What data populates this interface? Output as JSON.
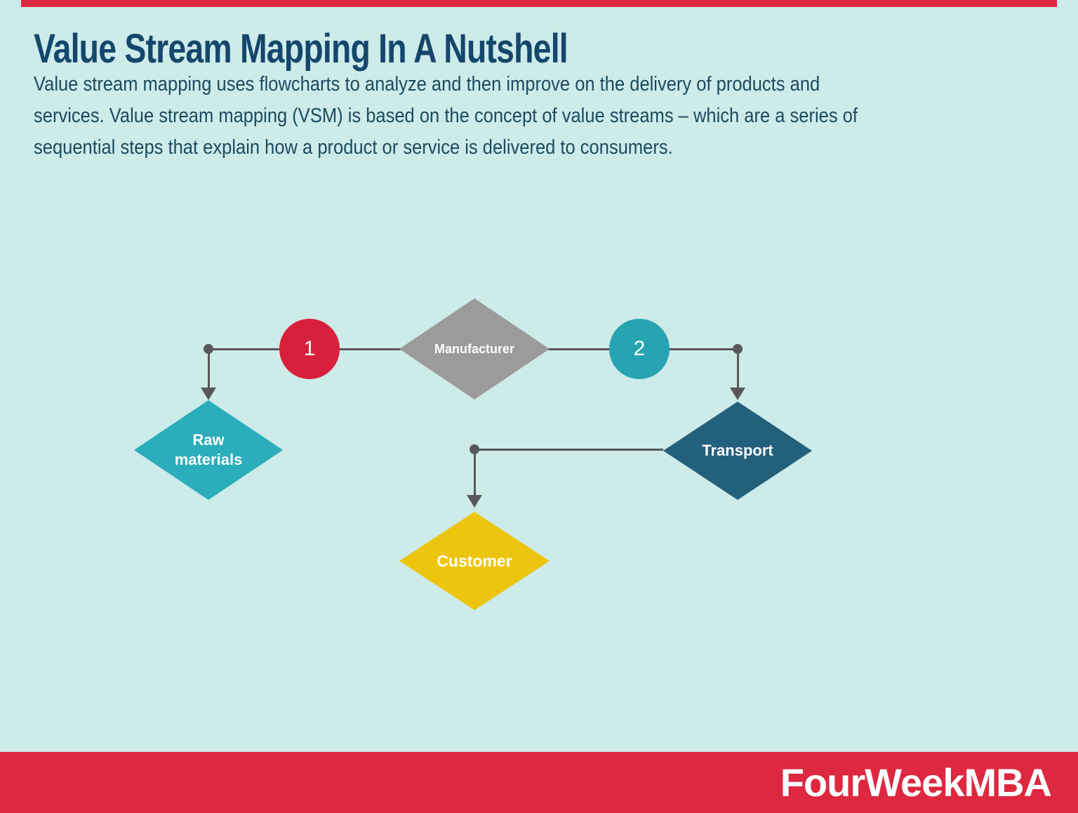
{
  "header": {
    "title": "Value Stream Mapping In A Nutshell",
    "description": "Value stream mapping uses flowcharts to analyze and then improve on the delivery of products and\nservices. Value stream mapping (VSM) is based on the concept of value streams – which are a series of\nsequential steps that explain how a product or service is delivered to consumers."
  },
  "diagram": {
    "nodes": {
      "manufacturer": {
        "label": "Manufacturer",
        "shape": "diamond",
        "color": "#9b9b9b"
      },
      "raw_materials": {
        "label": "Raw\nmaterials",
        "shape": "diamond",
        "color": "#2badbb"
      },
      "transport": {
        "label": "Transport",
        "shape": "diamond",
        "color": "#23607c"
      },
      "customer": {
        "label": "Customer",
        "shape": "diamond",
        "color": "#edc50e"
      }
    },
    "markers": {
      "step_1": {
        "label": "1",
        "shape": "circle",
        "color": "#d8203c"
      },
      "step_2": {
        "label": "2",
        "shape": "circle",
        "color": "#27a4b2"
      }
    },
    "flow": [
      "Manufacturer -1-> Raw materials",
      "Manufacturer -2-> Transport",
      "Transport -> Customer"
    ],
    "connector_color": "#58585b"
  },
  "footer": {
    "brand": "FourWeekMBA",
    "background": "#dd2840"
  },
  "theme": {
    "page_background": "#cdebe9",
    "title_color": "#15476d",
    "body_text_color": "#1b4b5f",
    "accent_red": "#dd2840"
  }
}
